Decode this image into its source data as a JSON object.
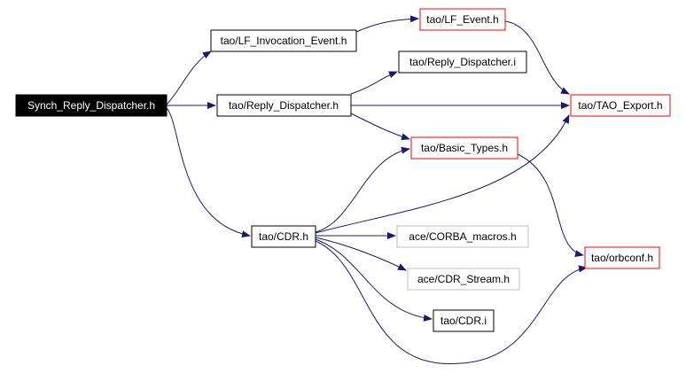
{
  "colors": {
    "edge": "#191970",
    "root_fill": "#000000",
    "root_text": "#ffffff",
    "border_normal": "#000000",
    "border_truncated": "#ff0000",
    "border_external": "#bfbfbf",
    "text_normal": "#000000",
    "text_external": "#000000"
  },
  "nodes": {
    "root": {
      "label": "Synch_Reply_Dispatcher.h"
    },
    "lf_invocation": {
      "label": "tao/LF_Invocation_Event.h"
    },
    "lf_event": {
      "label": "tao/LF_Event.h"
    },
    "reply_dispatcher_i": {
      "label": "tao/Reply_Dispatcher.i"
    },
    "reply_dispatcher_h": {
      "label": "tao/Reply_Dispatcher.h"
    },
    "tao_export": {
      "label": "tao/TAO_Export.h"
    },
    "basic_types": {
      "label": "tao/Basic_Types.h"
    },
    "cdr_h": {
      "label": "tao/CDR.h"
    },
    "corba_macros": {
      "label": "ace/CORBA_macros.h"
    },
    "orbconf": {
      "label": "tao/orbconf.h"
    },
    "cdr_stream": {
      "label": "ace/CDR_Stream.h"
    },
    "cdr_i": {
      "label": "tao/CDR.i"
    }
  }
}
